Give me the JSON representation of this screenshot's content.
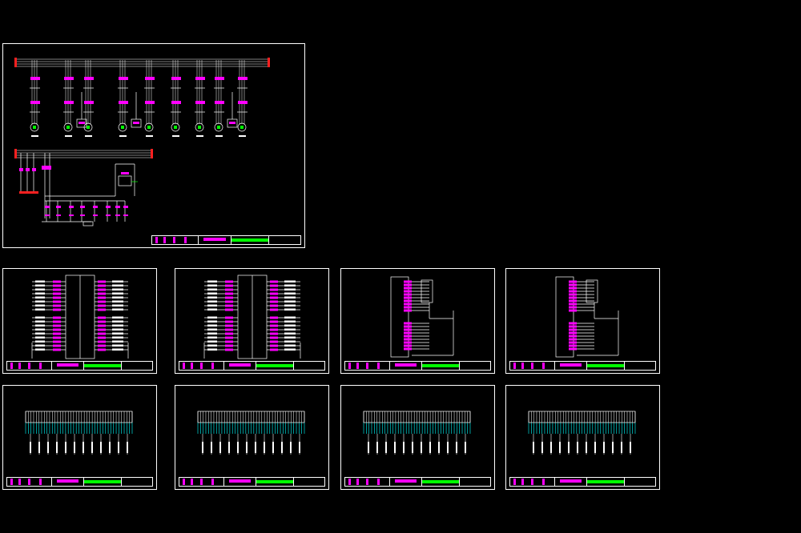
{
  "canvas": {
    "background": "#000000"
  },
  "colors": {
    "line": "#ffffff",
    "accent_magenta": "#ff00ff",
    "accent_green": "#00ff00",
    "accent_cyan": "#00ffff",
    "accent_red": "#ff2020",
    "accent_yellow": "#ffff00"
  },
  "sheets": [
    {
      "id": "main-circuit",
      "kind": "schematic"
    },
    {
      "id": "plc-io-1",
      "kind": "plc-io"
    },
    {
      "id": "plc-io-2",
      "kind": "plc-io"
    },
    {
      "id": "plc-io-3",
      "kind": "plc-io-small"
    },
    {
      "id": "plc-io-4",
      "kind": "plc-io-small"
    },
    {
      "id": "terminal-1",
      "kind": "terminal"
    },
    {
      "id": "terminal-2",
      "kind": "terminal"
    },
    {
      "id": "terminal-3",
      "kind": "terminal"
    },
    {
      "id": "terminal-4",
      "kind": "terminal"
    }
  ]
}
